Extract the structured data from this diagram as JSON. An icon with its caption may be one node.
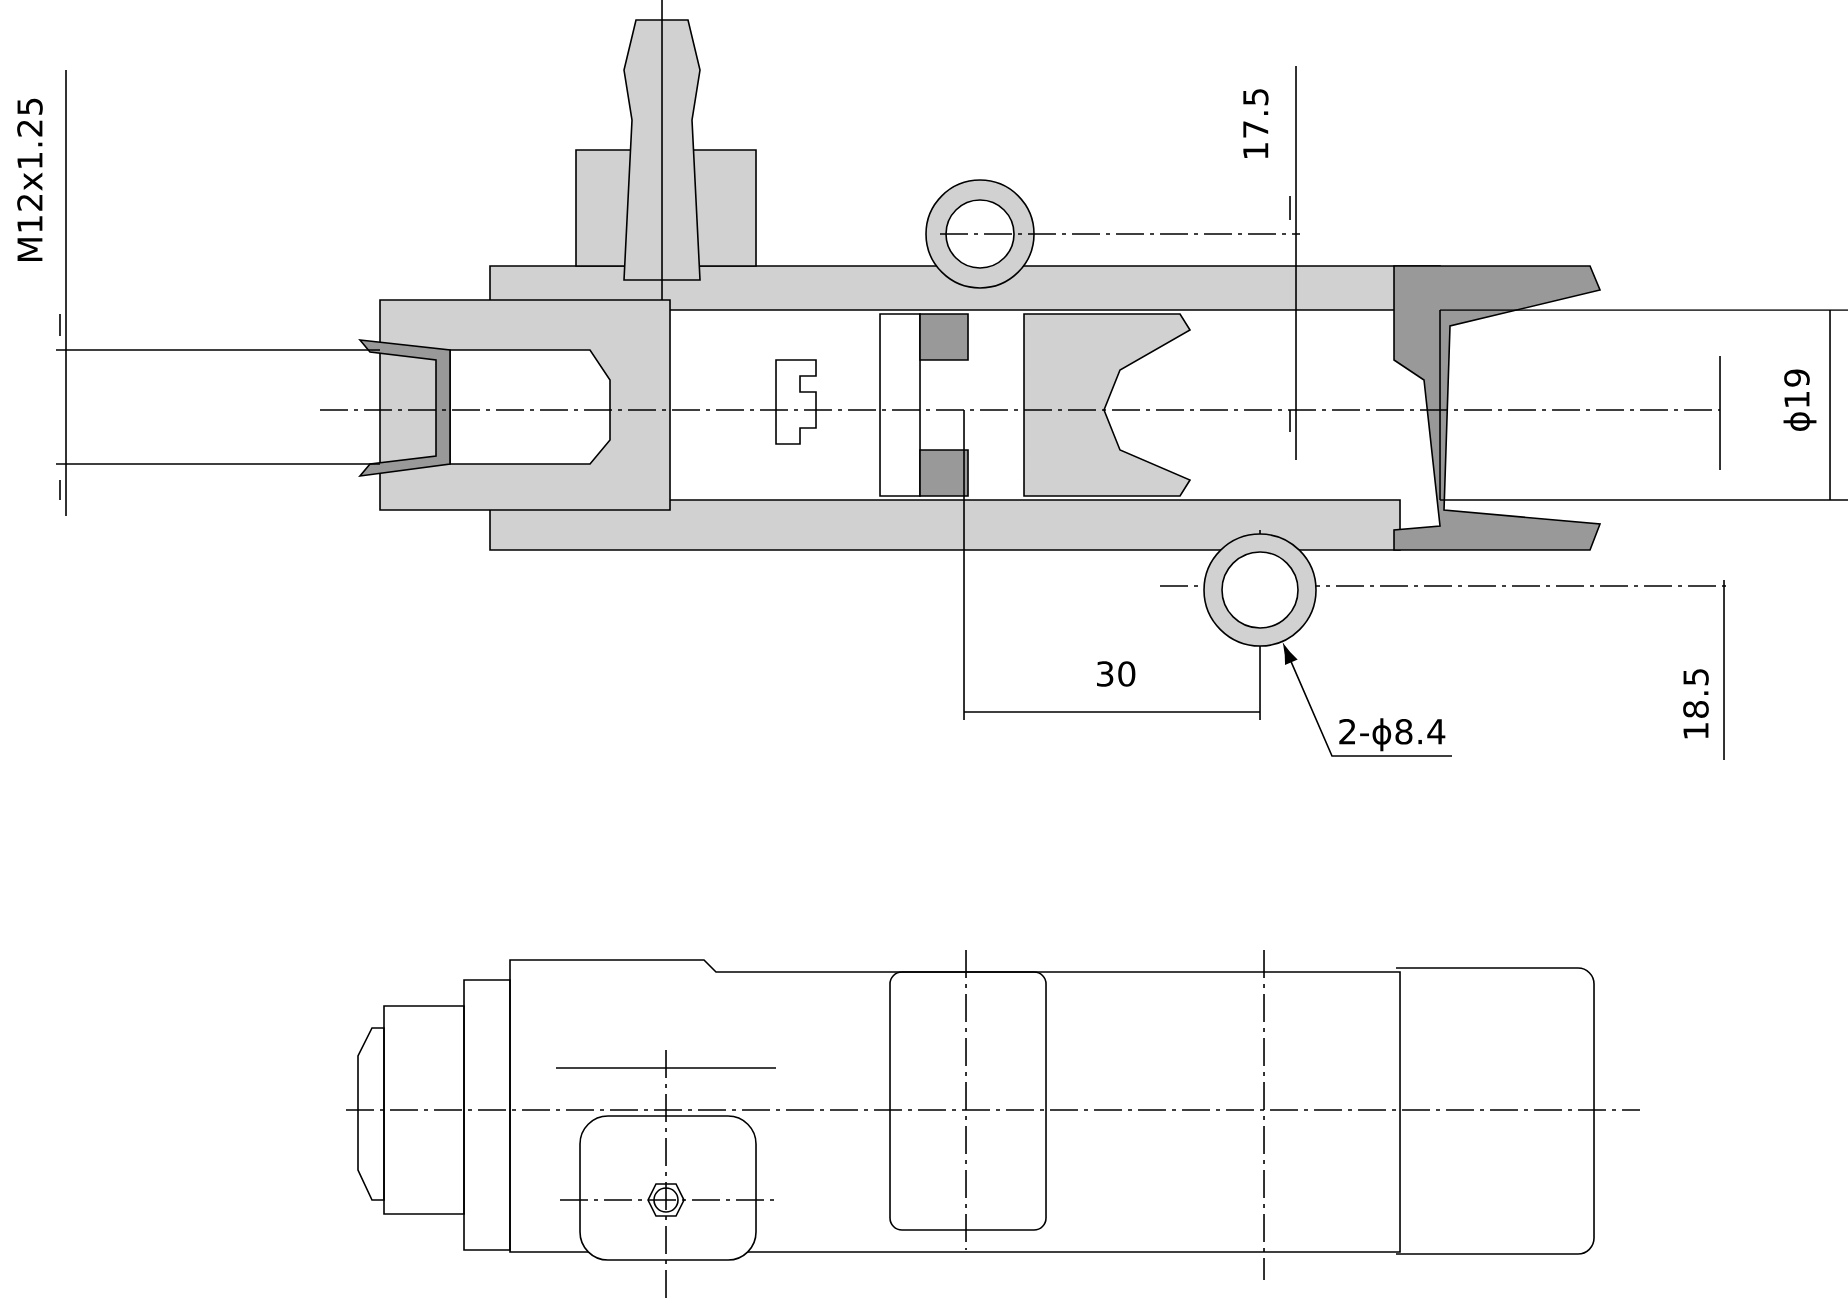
{
  "diagram": {
    "nodes": [
      {
        "text": [
          "2-ϕ8.4"
        ]
      },
      {
        "text": [],
        "shape": "circle"
      }
    ],
    "edges": [
      {
        "from": 0,
        "to": 1,
        "arrow": "to"
      }
    ],
    "labels": [
      "M12x1.25",
      "17.5",
      "ϕ19",
      "30",
      "18.5"
    ]
  }
}
